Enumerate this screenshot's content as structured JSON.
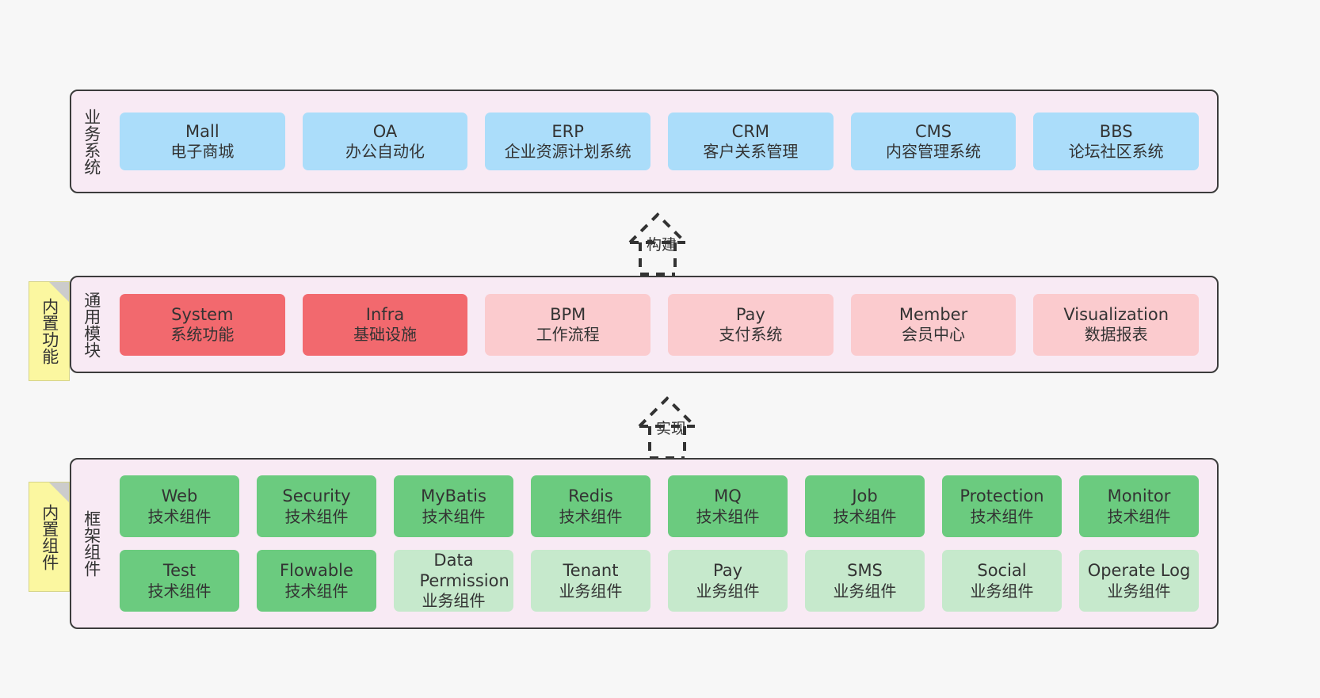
{
  "diagram": {
    "background_color": "#f7f7f7",
    "panel_color": "#f8eaf4",
    "panel_border_color": "#3c3c3c",
    "note_color": "#fbf7a0"
  },
  "notes": [
    {
      "label": "内置功能",
      "name": "note-builtin-function"
    },
    {
      "label": "内置组件",
      "name": "note-builtin-component"
    }
  ],
  "connectors": [
    {
      "label": "构建",
      "name": "connector-build"
    },
    {
      "label": "实现",
      "name": "connector-implement"
    }
  ],
  "layers": [
    {
      "title": "业务系统",
      "accent": "#abddfa",
      "rows": [
        {
          "nodes": [
            {
              "en": "Mall",
              "cn": "电子商城"
            },
            {
              "en": "OA",
              "cn": "办公自动化"
            },
            {
              "en": "ERP",
              "cn": "企业资源计划系统"
            },
            {
              "en": "CRM",
              "cn": "客户关系管理"
            },
            {
              "en": "CMS",
              "cn": "内容管理系统"
            },
            {
              "en": "BBS",
              "cn": "论坛社区系统"
            }
          ]
        }
      ]
    },
    {
      "title": "通用模块",
      "accent": "#f2696e",
      "rows": [
        {
          "nodes": [
            {
              "en": "System",
              "cn": "系统功能",
              "style": "strong"
            },
            {
              "en": "Infra",
              "cn": "基础设施",
              "style": "strong"
            },
            {
              "en": "BPM",
              "cn": "工作流程",
              "style": "light"
            },
            {
              "en": "Pay",
              "cn": "支付系统",
              "style": "light"
            },
            {
              "en": "Member",
              "cn": "会员中心",
              "style": "light"
            },
            {
              "en": "Visualization",
              "cn": "数据报表",
              "style": "light"
            }
          ]
        }
      ]
    },
    {
      "title": "框架组件",
      "accent": "#6bcb7f",
      "rows": [
        {
          "nodes": [
            {
              "en": "Web",
              "cn": "技术组件",
              "style": "tech"
            },
            {
              "en": "Security",
              "cn": "技术组件",
              "style": "tech"
            },
            {
              "en": "MyBatis",
              "cn": "技术组件",
              "style": "tech"
            },
            {
              "en": "Redis",
              "cn": "技术组件",
              "style": "tech"
            },
            {
              "en": "MQ",
              "cn": "技术组件",
              "style": "tech"
            },
            {
              "en": "Job",
              "cn": "技术组件",
              "style": "tech"
            },
            {
              "en": "Protection",
              "cn": "技术组件",
              "style": "tech"
            },
            {
              "en": "Monitor",
              "cn": "技术组件",
              "style": "tech"
            }
          ]
        },
        {
          "nodes": [
            {
              "en": "Test",
              "cn": "技术组件",
              "style": "tech"
            },
            {
              "en": "Flowable",
              "cn": "技术组件",
              "style": "tech"
            },
            {
              "en": "Data Permission",
              "cn": "业务组件",
              "style": "biz"
            },
            {
              "en": "Tenant",
              "cn": "业务组件",
              "style": "biz"
            },
            {
              "en": "Pay",
              "cn": "业务组件",
              "style": "biz"
            },
            {
              "en": "SMS",
              "cn": "业务组件",
              "style": "biz"
            },
            {
              "en": "Social",
              "cn": "业务组件",
              "style": "biz"
            },
            {
              "en": "Operate Log",
              "cn": "业务组件",
              "style": "biz"
            }
          ]
        }
      ]
    }
  ]
}
